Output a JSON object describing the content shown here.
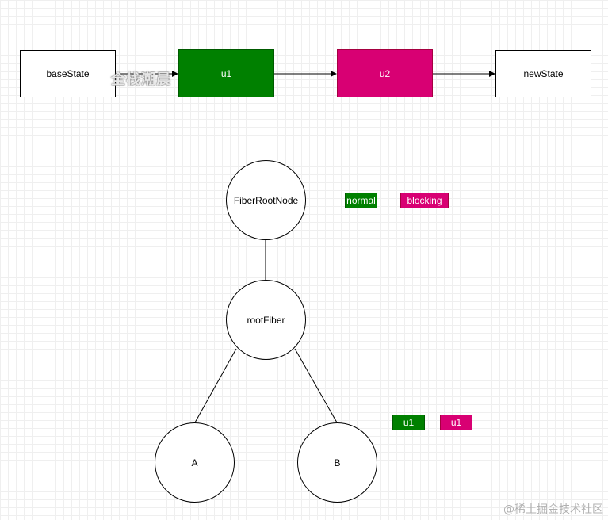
{
  "flow": {
    "base_state": "baseState",
    "update1": "u1",
    "update2": "u2",
    "new_state": "newState"
  },
  "overlay_text": "全栈潮晨",
  "tree": {
    "root_node": "FiberRootNode",
    "root_fiber": "rootFiber",
    "child_a": "A",
    "child_b": "B"
  },
  "legend": {
    "normal": "normal",
    "blocking": "blocking"
  },
  "lanes": {
    "normal_update": "u1",
    "blocking_update": "u1"
  },
  "watermark": "@稀土掘金技术社区",
  "colors": {
    "normal": "#008000",
    "blocking": "#d80073"
  }
}
